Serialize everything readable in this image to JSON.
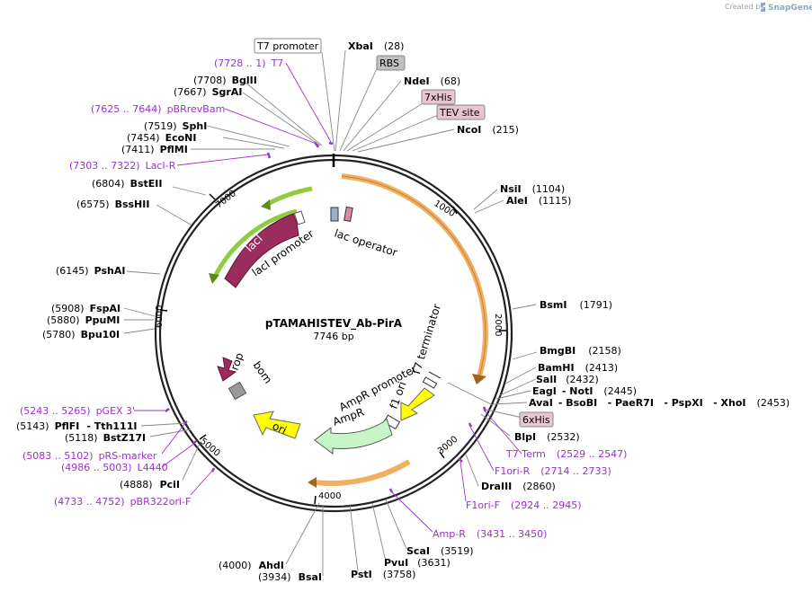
{
  "brand": {
    "created_by": "Created by",
    "name": "SnapGene"
  },
  "plasmid": {
    "name": "pTAMAHISTEV_Ab-PirA",
    "size": "7746 bp"
  },
  "ticks": [
    "1000",
    "2000",
    "3000",
    "4000",
    "5000",
    "6000",
    "7000"
  ],
  "boxes": {
    "t7_promoter": "T7 promoter",
    "rbs": "RBS",
    "his7": "7xHis",
    "tev": "TEV site",
    "his6": "6xHis"
  },
  "sites": {
    "xbai": {
      "name": "XbaI",
      "pos": "(28)"
    },
    "ndei": {
      "name": "NdeI",
      "pos": "(68)"
    },
    "ncoi": {
      "name": "NcoI",
      "pos": "(215)"
    },
    "nsii": {
      "name": "NsiI",
      "pos": "(1104)"
    },
    "alei": {
      "name": "AleI",
      "pos": "(1115)"
    },
    "bsmi": {
      "name": "BsmI",
      "pos": "(1791)"
    },
    "bmgbi": {
      "name": "BmgBI",
      "pos": "(2158)"
    },
    "bamhi": {
      "name": "BamHI",
      "pos": "(2413)"
    },
    "sali": {
      "name": "SalI",
      "pos": "(2432)"
    },
    "eagi": {
      "name": "EagI",
      "pos": "(2445)",
      "sep": "- NotI"
    },
    "avai": {
      "name": "AvaI",
      "rest": "- BsoBI   - PaeR7I   - PspXI   - XhoI",
      "pos": "(2453)"
    },
    "blpi": {
      "name": "BlpI",
      "pos": "(2532)"
    },
    "draiii": {
      "name": "DraIII",
      "pos": "(2860)"
    },
    "scai": {
      "name": "ScaI",
      "pos": "(3519)"
    },
    "pvui": {
      "name": "PvuI",
      "pos": "(3631)"
    },
    "psti": {
      "name": "PstI",
      "pos": "(3758)"
    },
    "ahdi": {
      "name": "AhdI",
      "pos": "(4000)"
    },
    "bsai": {
      "name": "BsaI",
      "pos": "(3934)"
    },
    "pcii": {
      "name": "PciI",
      "pos": "(4888)"
    },
    "bstz17i": {
      "name": "BstZ17I",
      "pos": "(5118)"
    },
    "pflfi": {
      "name": "PflFI",
      "pos": "(5143)",
      "sep": "- Tth111I"
    },
    "bpu10i": {
      "name": "Bpu10I",
      "pos": "(5780)"
    },
    "ppumi": {
      "name": "PpuMI",
      "pos": "(5880)"
    },
    "fspai": {
      "name": "FspAI",
      "pos": "(5908)"
    },
    "pshai": {
      "name": "PshAI",
      "pos": "(6145)"
    },
    "bsshii": {
      "name": "BssHII",
      "pos": "(6575)"
    },
    "bsteii": {
      "name": "BstEII",
      "pos": "(6804)"
    },
    "pflmi": {
      "name": "PflMI",
      "pos": "(7411)"
    },
    "econi": {
      "name": "EcoNI",
      "pos": "(7454)"
    },
    "sphi": {
      "name": "SphI",
      "pos": "(7519)"
    },
    "sgrai": {
      "name": "SgrAI",
      "pos": "(7667)"
    },
    "bglii": {
      "name": "BglII",
      "pos": "(7708)"
    }
  },
  "primers": {
    "t7": {
      "range": "(7728 .. 1)",
      "name": "T7"
    },
    "pbrrevbam": {
      "range": "(7625 .. 7644)",
      "name": "pBRrevBam"
    },
    "laci_r": {
      "range": "(7303 .. 7322)",
      "name": "LacI-R"
    },
    "t7term": {
      "name": "T7 Term",
      "range": "(2529 .. 2547)"
    },
    "f1ori_r": {
      "name": "F1ori-R",
      "range": "(2714 .. 2733)"
    },
    "f1ori_f": {
      "name": "F1ori-F",
      "range": "(2924 .. 2945)"
    },
    "amp_r": {
      "name": "Amp-R",
      "range": "(3431 .. 3450)"
    },
    "pbr322ori_f": {
      "range": "(4733 .. 4752)",
      "name": "pBR322ori-F"
    },
    "l4440": {
      "range": "(4986 .. 5003)",
      "name": "L4440"
    },
    "prs_marker": {
      "range": "(5083 .. 5102)",
      "name": "pRS-marker"
    },
    "pgex3": {
      "range": "(5243 .. 5265)",
      "name": "pGEX 3'"
    }
  },
  "features": {
    "lac_operator": "lac operator",
    "laci": "lacI",
    "laci_promoter": "lacI promoter",
    "t7_terminator": "T7 terminator",
    "f1_ori": "f1 ori",
    "ampr_promoter": "AmpR promoter",
    "ampr": "AmpR",
    "ori": "ori",
    "rop": "rop",
    "bom": "bom"
  },
  "colors": {
    "orf": "#f0b060",
    "laci": "#9b2c5e",
    "laci_promoter_arc": "#8fcc40",
    "ampr": "#c8f5c8",
    "ori": "#ffff00",
    "primer": "#9b30d0",
    "box_gray": "#c0c0c0",
    "box_pink": "#e8c4d0"
  }
}
